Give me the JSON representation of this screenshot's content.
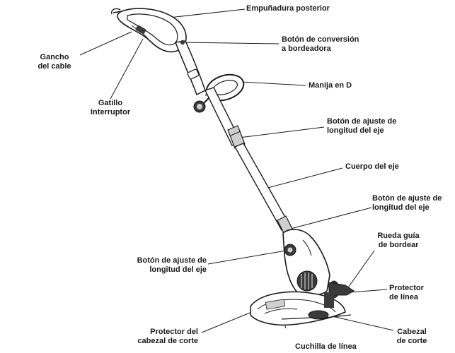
{
  "diagram": {
    "labels": {
      "empunadura_posterior": [
        "Empuñadura posterior"
      ],
      "boton_conversion": [
        "Botón de conversión",
        "a bordeadora"
      ],
      "gancho_cable": [
        "Gancho",
        "del cable"
      ],
      "gatillo_interruptor": [
        "Gatillo",
        "Interruptor"
      ],
      "manija_d": [
        "Manija en D"
      ],
      "boton_ajuste_eje_1": [
        "Botón de ajuste de",
        "longitud del eje"
      ],
      "cuerpo_eje": [
        "Cuerpo del eje"
      ],
      "boton_ajuste_eje_2": [
        "Botón de ajuste de",
        "longitud del eje"
      ],
      "rueda_guia": [
        "Rueda guía",
        "de bordear"
      ],
      "boton_ajuste_eje_3": [
        "Botón de ajuste de",
        "longitud del eje"
      ],
      "protector_linea": [
        "Protector",
        "de línea"
      ],
      "protector_cabezal": [
        "Protector del",
        "cabezal de corte"
      ],
      "cabezal_corte": [
        "Cabezal",
        "de corte"
      ],
      "cuchilla_linea": [
        "Cuchilla de línea"
      ]
    },
    "colors": {
      "ink": "#1a1a1a",
      "fill": "#ffffff",
      "shade": "#cfcfcf",
      "dark": "#3a3a3a"
    }
  }
}
